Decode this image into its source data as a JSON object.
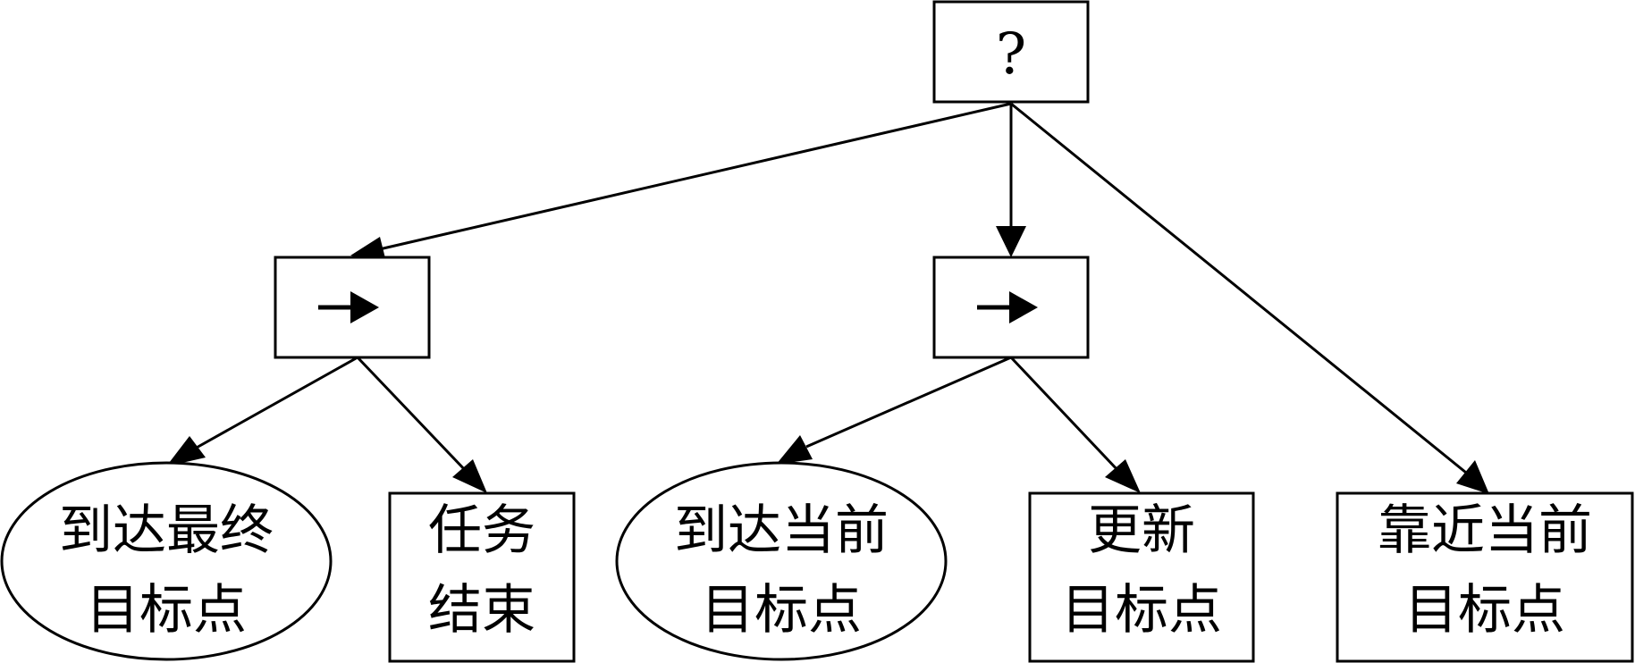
{
  "root": {
    "type": "selector",
    "symbol": "?"
  },
  "sequences": [
    {
      "type": "sequence",
      "symbol": "→"
    },
    {
      "type": "sequence",
      "symbol": "→"
    }
  ],
  "leaves": {
    "reach_final_goal": {
      "shape": "condition",
      "lines": [
        "到达最终",
        "目标点"
      ]
    },
    "task_end": {
      "shape": "action",
      "lines": [
        "任务",
        "结束"
      ]
    },
    "reach_current_goal": {
      "shape": "condition",
      "lines": [
        "到达当前",
        "目标点"
      ]
    },
    "update_goal": {
      "shape": "action",
      "lines": [
        "更新",
        "目标点"
      ]
    },
    "approach_current_goal": {
      "shape": "action",
      "lines": [
        "靠近当前",
        "目标点"
      ]
    }
  }
}
